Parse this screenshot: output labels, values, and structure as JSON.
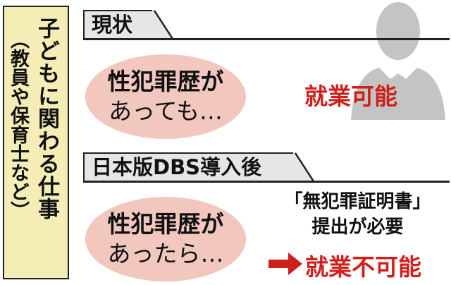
{
  "side_panel": {
    "title": "子どもに関わる仕事",
    "subtitle": "（教員や保育士など）"
  },
  "sections": [
    {
      "header": "現状",
      "bubble_line1": "性犯罪歴が",
      "bubble_line2": "あっても…",
      "result": "就業可能"
    },
    {
      "header": "日本版DBS導入後",
      "bubble_line1": "性犯罪歴が",
      "bubble_line2": "あったら…",
      "requirement_line1": "「無犯罪証明書」",
      "requirement_line2": "提出が必要",
      "result": "就業不可能"
    }
  ],
  "colors": {
    "panel_bg": "#f5edb6",
    "bubble_bg": "#f2c7be",
    "accent_red": "#d0201c",
    "header_bg": "#e6e6e6"
  },
  "icons": [
    "person-silhouette-icon",
    "right-arrow-icon"
  ]
}
